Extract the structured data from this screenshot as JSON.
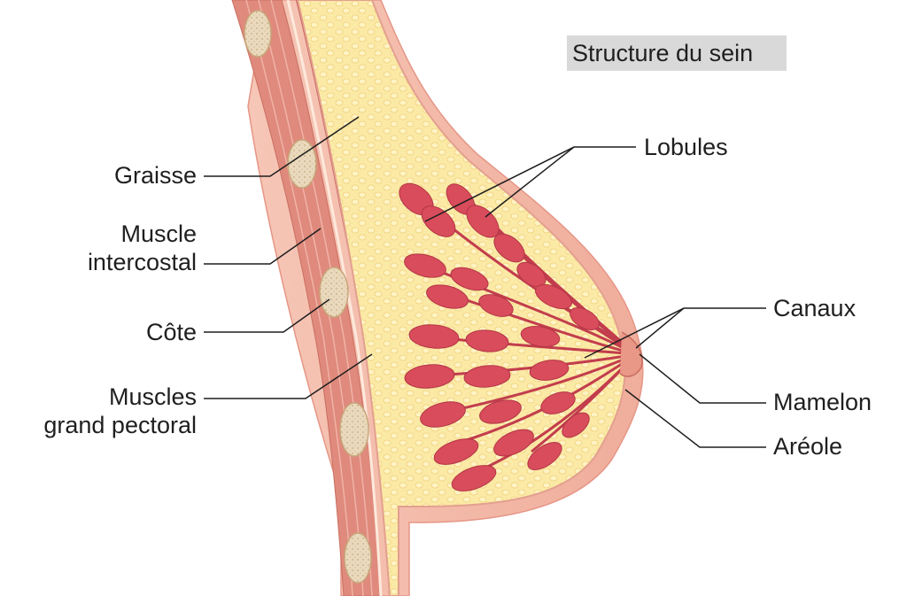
{
  "title": "Structure du sein",
  "labels": {
    "graisse": "Graisse",
    "muscle_intercostal_1": "Muscle",
    "muscle_intercostal_2": "intercostal",
    "cote": "Côte",
    "muscles_pectoral_1": "Muscles",
    "muscles_pectoral_2": "grand pectoral",
    "lobules": "Lobules",
    "canaux": "Canaux",
    "mamelon": "Mamelon",
    "areole": "Aréole"
  },
  "colors": {
    "skin": "#f2b8a8",
    "muscle": "#e08a7e",
    "fat": "#fbe9a6",
    "lobule": "#d94c5c",
    "rib": "#e9d8bc",
    "leader_line": "#1f1f1f"
  }
}
